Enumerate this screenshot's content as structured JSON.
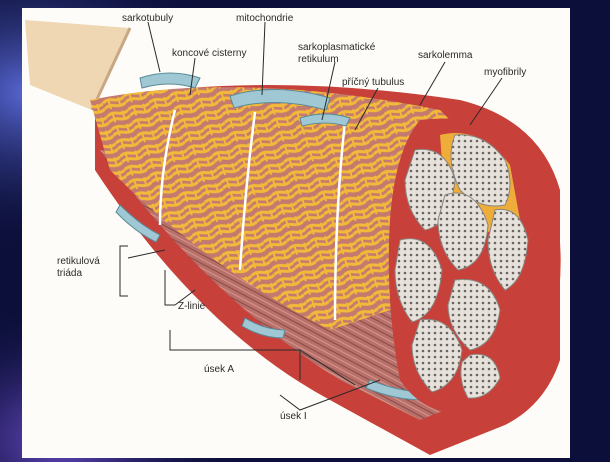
{
  "labels": {
    "sarkotubuly": "sarkotubuly",
    "mitochondrie": "mitochondrie",
    "koncove_cisterny": "koncové cisterny",
    "sarkoplasmaticke_1": "sarkoplasmatické",
    "sarkoplasmaticke_2": "retikulum",
    "sarkolemma": "sarkolemma",
    "pricny_tubulus": "příčný tubulus",
    "myofibrily": "myofibrily",
    "retikulova_triada_1": "retikulová",
    "retikulova_triada_2": "triáda",
    "z_linie": "Z-linie",
    "usek_a": "úsek A",
    "usek_i": "úsek I"
  },
  "colors": {
    "background": "#0c0f3a",
    "panel": "#fdfcf8",
    "membrane": "#c8403a",
    "reticulum": "#f2b93a",
    "fibril": "#b9706a",
    "myofibril_section": "#e2ddd6",
    "mitochondria": "#9fc8d4"
  }
}
